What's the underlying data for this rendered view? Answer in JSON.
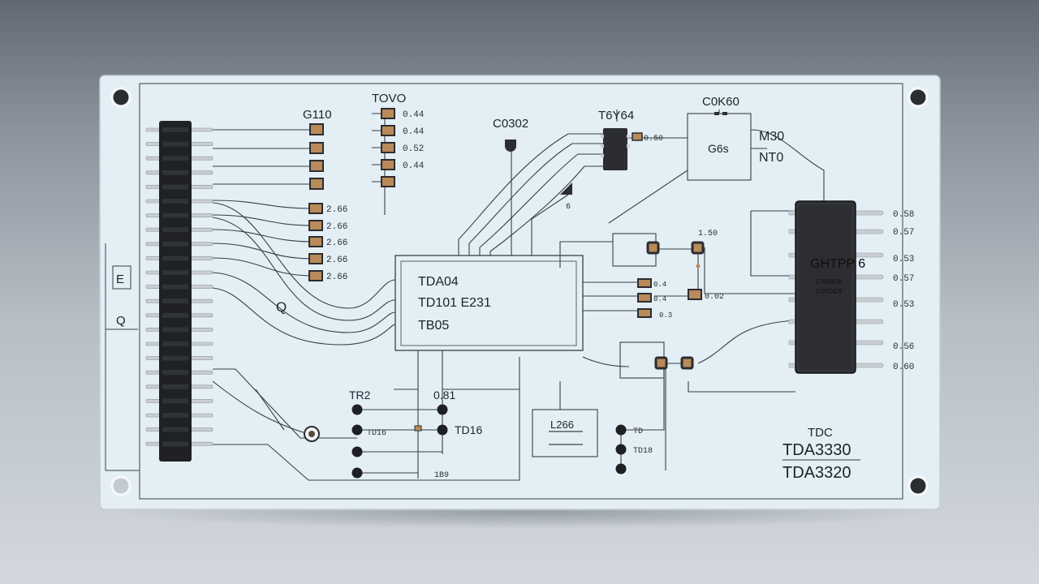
{
  "colors": {
    "board": "#e3eef5",
    "trace": "#3a3f46",
    "chip": "#2b2d30",
    "resistor": "#b98a5a",
    "pin": "#c9ced4"
  },
  "labels": {
    "g110": "G110",
    "tovo": "TOVO",
    "c0302": "C0302",
    "t6y64": "T6Y64",
    "c0k60": "C0K60",
    "m30": "M30",
    "nto": "NT0",
    "g6s": "G6s",
    "r_col2": [
      "0.44",
      "0.44",
      "0.52",
      "0.44"
    ],
    "r_col3": [
      "2.66",
      "2.66",
      "2.66",
      "2.66",
      "2.66"
    ],
    "t6_side": "0.50",
    "p_left": [
      "E",
      "Q"
    ],
    "q_glyph": "Q",
    "mcu_lines": [
      "TDA04",
      "TD101 E231",
      "TB05"
    ],
    "mcu_side": [
      "0.4",
      "0.4",
      "0.3"
    ],
    "r_mid": "1.50",
    "r_mid2": "0.02",
    "big_ic": [
      "GHTPP 6",
      "CANNON",
      "CORDER"
    ],
    "big_ic_pins": [
      "0.58",
      "0.57",
      "0.53",
      "0.57",
      "0.53",
      "0.56",
      "0.60"
    ],
    "bottom_left": [
      "TR2",
      "0.81",
      "TD16",
      "TD16",
      "1B9"
    ],
    "bottom_box": "L266",
    "bottom_dots": [
      "TD",
      "TD18"
    ],
    "tdc": "TDC",
    "part1": "TDA3330",
    "part2": "TDA3320"
  }
}
